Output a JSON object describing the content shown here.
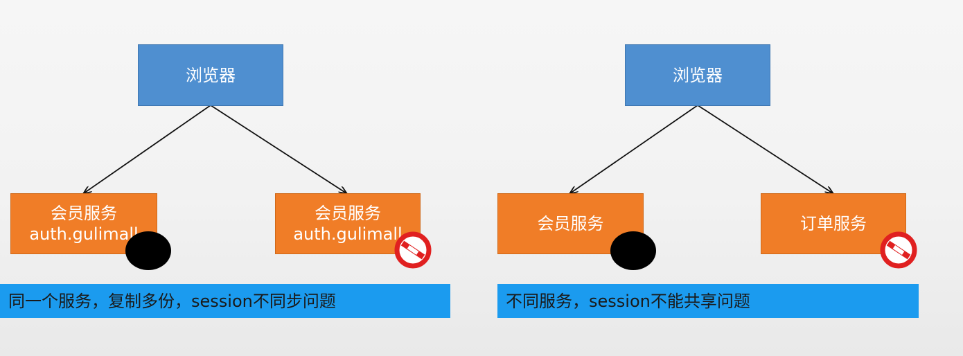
{
  "left": {
    "browser": "浏览器",
    "service_a": {
      "name": "会员服务",
      "domain": "auth.gulimall"
    },
    "service_b": {
      "name": "会员服务",
      "domain": "auth.gulimall"
    },
    "caption": "同一个服务，复制多份，session不同步问题"
  },
  "right": {
    "browser": "浏览器",
    "service_a": {
      "name": "会员服务"
    },
    "service_b": {
      "name": "订单服务"
    },
    "caption": "不同服务，session不能共享问题"
  },
  "colors": {
    "browser_fill": "#4f8fd0",
    "service_fill": "#f07d27",
    "caption_fill": "#1b9bef",
    "arrow": "#111111",
    "forbidden": "#e02020"
  },
  "icons": [
    "session-cookie-dot",
    "no-entry-icon"
  ]
}
